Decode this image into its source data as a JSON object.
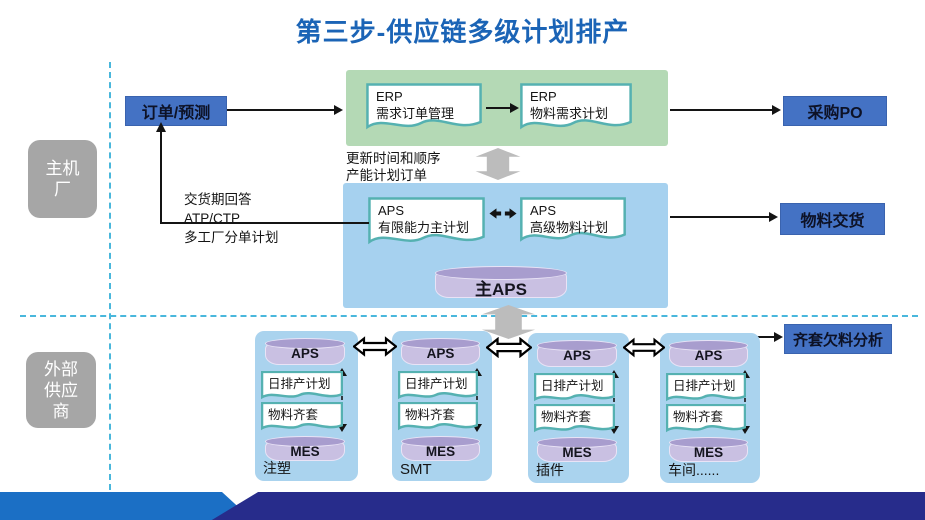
{
  "title": "第三步-供应链多级计划排产",
  "lanes": {
    "oem": {
      "l1": "主机",
      "l2": "厂"
    },
    "supplier": {
      "l1": "外部",
      "l2": "供应",
      "l3": "商"
    }
  },
  "boxes": {
    "order_forecast": "订单/预测",
    "purchase_po": "采购PO",
    "material_delivery": "物料交货",
    "kit_shortage_analysis": "齐套欠料分析"
  },
  "erp": {
    "demand_order": {
      "l1": "ERP",
      "l2": "需求订单管理"
    },
    "mrp": {
      "l1": "ERP",
      "l2": "物料需求计划"
    }
  },
  "aps": {
    "finite_capacity": {
      "l1": "APS",
      "l2": "有限能力主计划"
    },
    "advanced_material": {
      "l1": "APS",
      "l2": "高级物料计划"
    },
    "main": "主APS"
  },
  "notes": {
    "update": {
      "l1": "更新时间和顺序",
      "l2": "产能计划订单"
    },
    "reply": {
      "l1": "交货期回答",
      "l2": "ATP/CTP",
      "l3": "多工厂分单计划"
    }
  },
  "station": {
    "aps": "APS",
    "daily_plan": "日排产计划",
    "material_kit": "物料齐套",
    "mes": "MES"
  },
  "columns": [
    {
      "label": "注塑"
    },
    {
      "label": "SMT"
    },
    {
      "label": "插件"
    },
    {
      "label": "车间......"
    }
  ],
  "colors": {
    "title_blue": "#1b64b6",
    "accent_box_blue": "#4472c4",
    "green_container": "#b4d9b5",
    "blue_container": "#a6d1ef",
    "column_blue": "#aad3ee",
    "cylinder_body": "#c9c0e2",
    "cylinder_top": "#a89dce",
    "doc_border": "#55b1b1",
    "dashed_line": "#49b7dc",
    "lane_gray": "#a6a6a6",
    "thick_arrow_gray": "#bcbcbc",
    "footer_navy": "#272c8b",
    "footer_blue": "#1b6fc5"
  }
}
